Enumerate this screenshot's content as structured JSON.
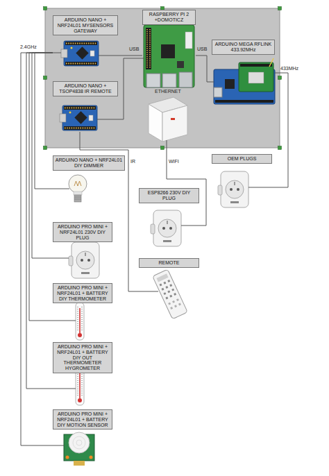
{
  "diagram": {
    "nodes": [
      {
        "text": [
          "ARDUINO NANO + NRF24L01 MYSENSORS GATEWAY"
        ]
      },
      {
        "text": [
          "RASPBERRY PI 2 +DOMOTICZ"
        ]
      },
      {
        "text": [
          "ARDUINO MEGA RFLINK 433.92MHz"
        ]
      },
      {
        "text": [
          "ARDUINO NANO + TSOP4838 IR REMOTE"
        ]
      },
      {
        "text": [
          "ARDUINO NANO + NRF24L01 DIY DIMMER"
        ]
      },
      {
        "text": [
          "OEM PLUGS"
        ]
      },
      {
        "text": [
          "ESP8266 230V DIY PLUG"
        ]
      },
      {
        "text": [
          "ARDUINO PRO MINI + NRF24L01 230V DIY PLUG"
        ]
      },
      {
        "text": [
          "REMOTE"
        ]
      },
      {
        "text": [
          "ARDUINO PRO MINI + NRF24L01 + BATTERY DIY THERMOMETER"
        ]
      },
      {
        "text": [
          "ARDUINO PRO MINI + NRF24L01 + BATTERY DIY OUT THERMOMETER HYGROMETER"
        ]
      },
      {
        "text": [
          "ARDUINO PRO MINI + NRF24L01 + BATTERY DIY MOTION SENSOR"
        ]
      }
    ],
    "edges": [
      {
        "from": 0,
        "to": 1,
        "arrow": "none",
        "label": "USB"
      },
      {
        "from": 3,
        "to": 1,
        "arrow": "none"
      },
      {
        "from": 1,
        "to": 2,
        "arrow": "none",
        "label": "USB"
      },
      {
        "from": 0,
        "to": 4,
        "arrow": "none"
      },
      {
        "from": 0,
        "to": 7,
        "arrow": "none"
      },
      {
        "from": 0,
        "to": 9,
        "arrow": "none"
      },
      {
        "from": 0,
        "to": 10,
        "arrow": "none"
      },
      {
        "from": 0,
        "to": 11,
        "arrow": "none"
      },
      {
        "from": 3,
        "to": 8,
        "arrow": "none",
        "label": "IR"
      },
      {
        "from": 2,
        "to": 5,
        "arrow": "none",
        "label": "433MHz"
      }
    ],
    "labels": [
      "2.4GHz",
      "ETHERNET",
      "WIFI"
    ]
  }
}
